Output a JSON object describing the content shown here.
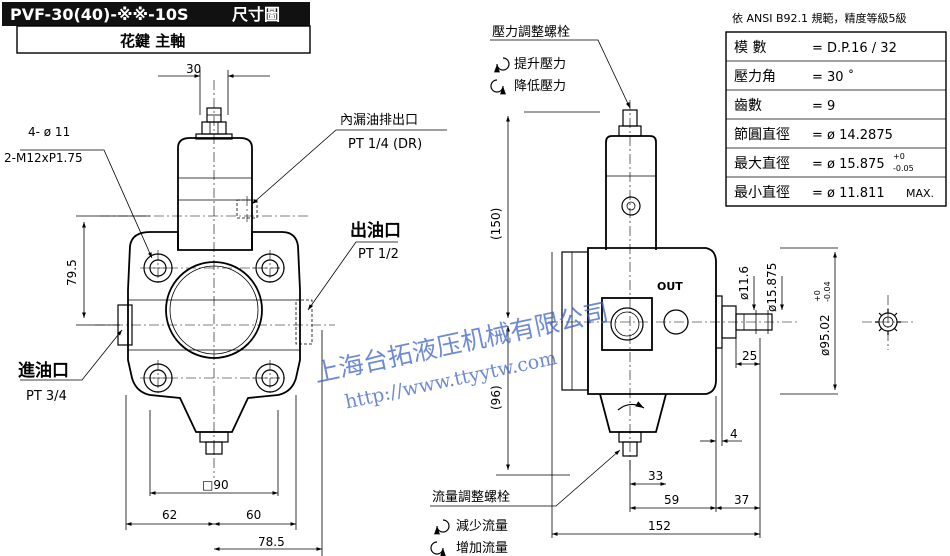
{
  "title_box": {
    "model": "PVF-30(40)-※※-10S",
    "suffix": "尺寸圖",
    "subtitle": "花鍵 主軸"
  },
  "left_view": {
    "dim_top": "30",
    "bolt_callout_1": "4- ø 11",
    "bolt_callout_2": "2-M12xP1.75",
    "drain_label": "內漏油排出口",
    "drain_port": "PT 1/4 (DR)",
    "outlet_label": "出油口",
    "outlet_port": "PT 1/2",
    "inlet_label": "進油口",
    "inlet_port": "PT 3/4",
    "dim_vertical": "79.5",
    "dim_square": "□90",
    "dim_62": "62",
    "dim_60": "60",
    "dim_785": "78.5"
  },
  "right_view": {
    "pressure_screw": "壓力調整螺栓",
    "pressure_up": "提升壓力",
    "pressure_down": "降低壓力",
    "flow_screw": "流量調整螺栓",
    "flow_down": "減少流量",
    "flow_up": "增加流量",
    "out_mark": "OUT",
    "dim_150": "(150)",
    "dim_96": "(96)",
    "dim_116": "ø11.6",
    "dim_15875": "ø15.875",
    "dim_9502": "ø95.02",
    "dim_9502_tol_up": "+0",
    "dim_9502_tol_low": "-0.04",
    "dim_25": "25",
    "dim_4": "4",
    "dim_33": "33",
    "dim_59": "59",
    "dim_37": "37",
    "dim_152": "152"
  },
  "spline_table": {
    "note": "依 ANSI B92.1 規範，精度等級5級",
    "rows": [
      {
        "label": "模 數",
        "value": "= D.P.16 / 32"
      },
      {
        "label": "壓力角",
        "value": "= 30 ˚"
      },
      {
        "label": "齒數",
        "value": "= 9"
      },
      {
        "label": "節圓直徑",
        "value": "= ø 14.2875"
      },
      {
        "label": "最大直徑",
        "value": "= ø 15.875",
        "tol_up": "+0",
        "tol_low": "-0.05"
      },
      {
        "label": "最小直徑",
        "value": "= ø 11.811",
        "suffix": "MAX."
      }
    ]
  },
  "watermark": {
    "company": "上海台拓液压机械有限公司",
    "url": "http://www.ttyytw.com"
  }
}
